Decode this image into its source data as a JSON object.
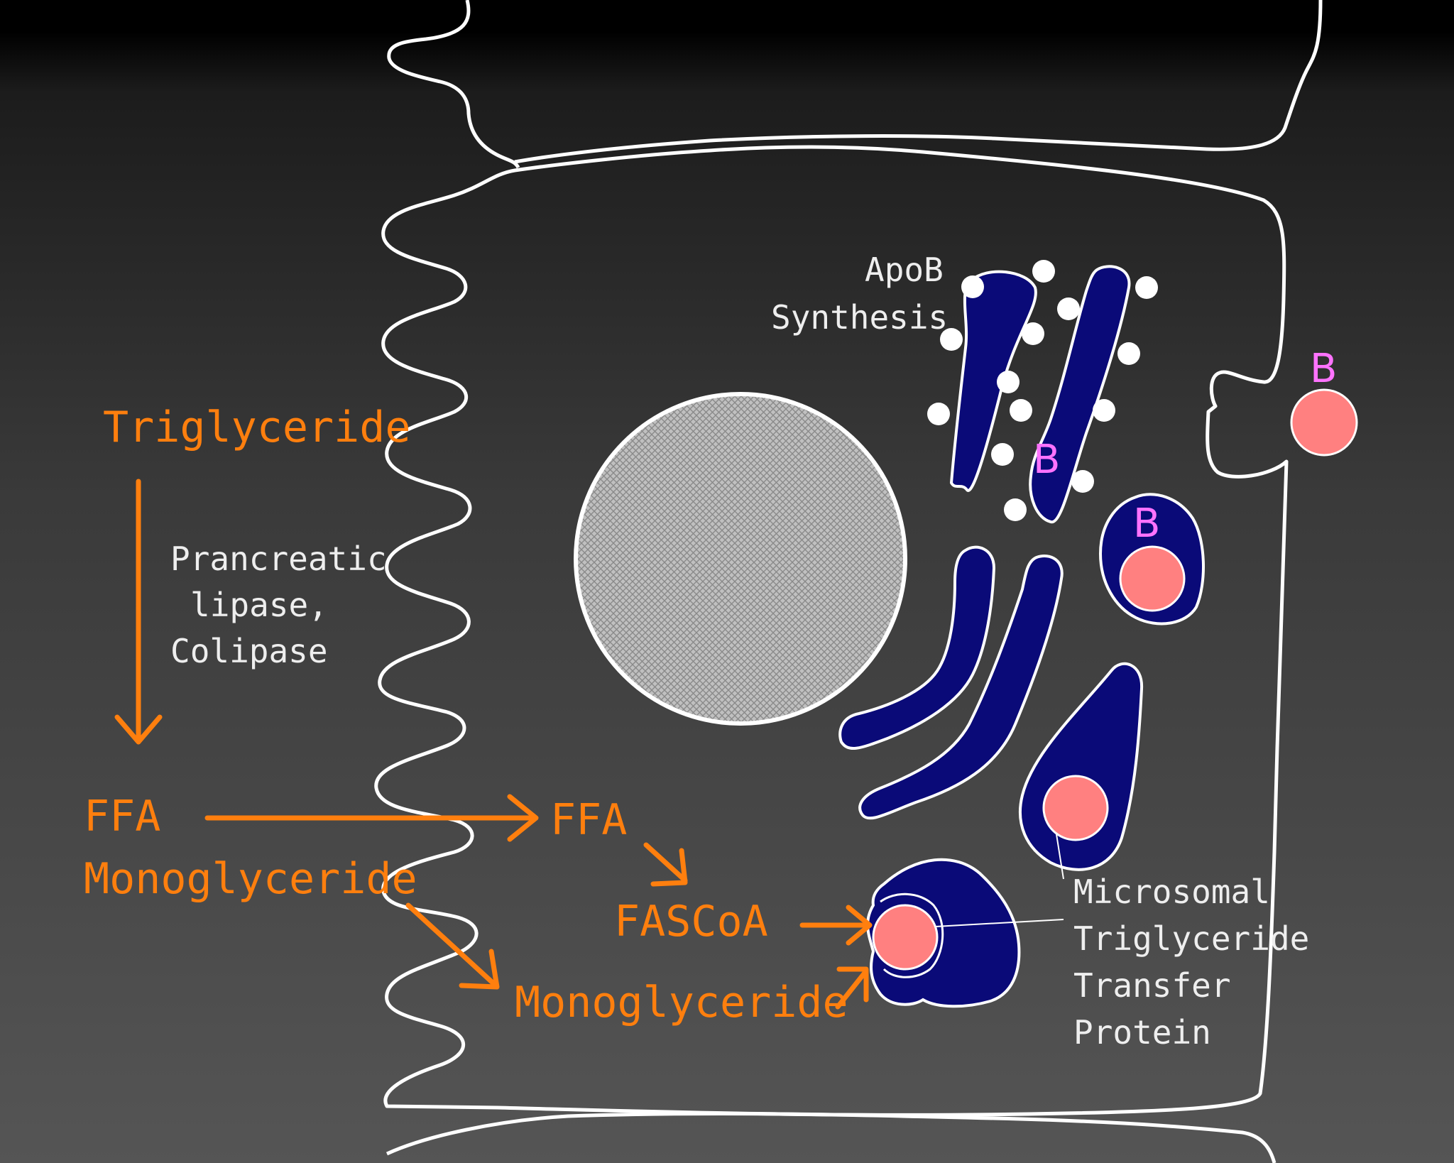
{
  "labels": {
    "triglyceride": "Triglyceride",
    "enzyme_line1": "Prancreatic",
    "enzyme_line2": "lipase,",
    "enzyme_line3": "Colipase",
    "ffa_lumen": "FFA",
    "monoglyceride_lumen": "Monoglyceride",
    "ffa_cell": "FFA",
    "fascoa": "FASCoA",
    "monoglyceride_cell": "Monoglyceride",
    "apob_line1": "ApoB",
    "apob_line2": "Synthesis",
    "b_golgi": "B",
    "b_vesicle": "B",
    "b_secreted": "B",
    "mttp_line1": "Microsomal",
    "mttp_line2": "Triglyceride",
    "mttp_line3": "Transfer",
    "mttp_line4": "Protein"
  },
  "colors": {
    "arrow": "#ff7f0e",
    "organelle": "#0a0a78",
    "lipid_droplet": "#ff8080",
    "apob_label": "#ff73ff",
    "membrane": "#ffffff"
  }
}
